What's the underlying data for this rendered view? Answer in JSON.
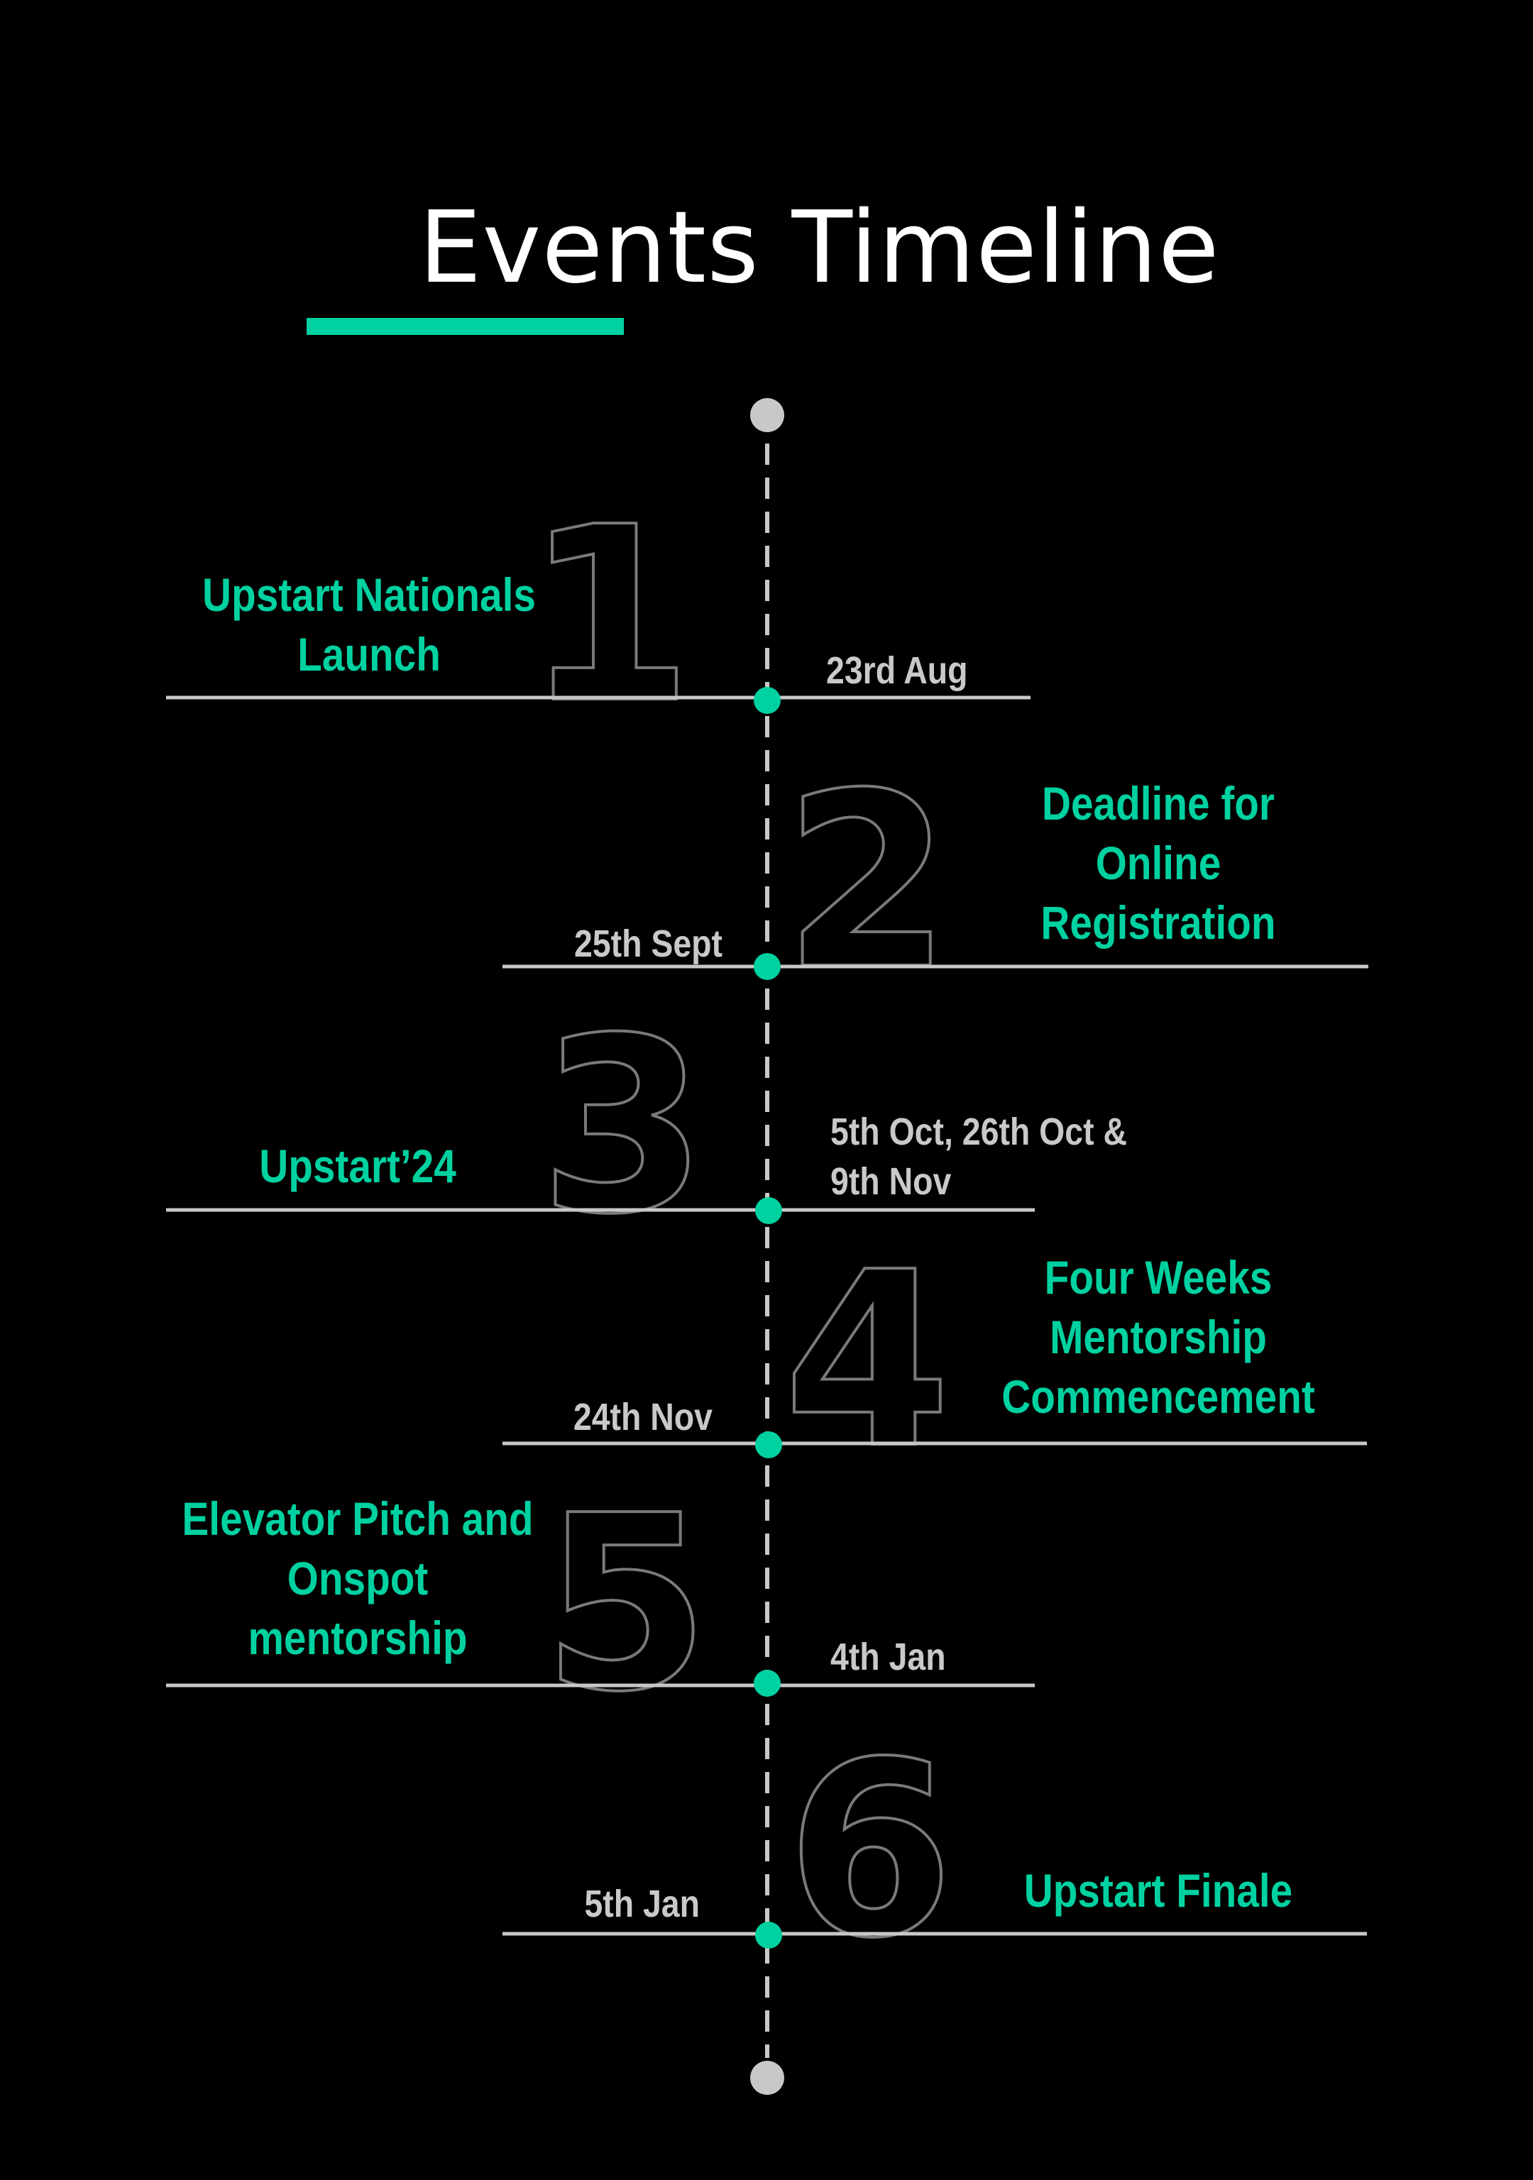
{
  "title": "Events Timeline",
  "colors": {
    "background": "#000000",
    "accent": "#00d1a0",
    "line": "#c8c8c8",
    "number_outline": "#7a7a7a",
    "date_text": "#c9c9c9"
  },
  "events": [
    {
      "number": "1",
      "title_lines": [
        "Upstart Nationals",
        "Launch"
      ],
      "date_lines": [
        "23rd Aug"
      ],
      "side": "left"
    },
    {
      "number": "2",
      "title_lines": [
        "Deadline for",
        "Online",
        "Registration"
      ],
      "date_lines": [
        "25th Sept"
      ],
      "side": "right"
    },
    {
      "number": "3",
      "title_lines": [
        "Upstart’24"
      ],
      "date_lines": [
        "5th Oct, 26th Oct &",
        "9th Nov"
      ],
      "side": "left"
    },
    {
      "number": "4",
      "title_lines": [
        "Four Weeks",
        "Mentorship",
        "Commencement"
      ],
      "date_lines": [
        "24th Nov"
      ],
      "side": "right"
    },
    {
      "number": "5",
      "title_lines": [
        "Elevator Pitch and",
        "Onspot",
        "mentorship"
      ],
      "date_lines": [
        "4th Jan"
      ],
      "side": "left"
    },
    {
      "number": "6",
      "title_lines": [
        "Upstart Finale"
      ],
      "date_lines": [
        "5th Jan"
      ],
      "side": "right"
    }
  ]
}
